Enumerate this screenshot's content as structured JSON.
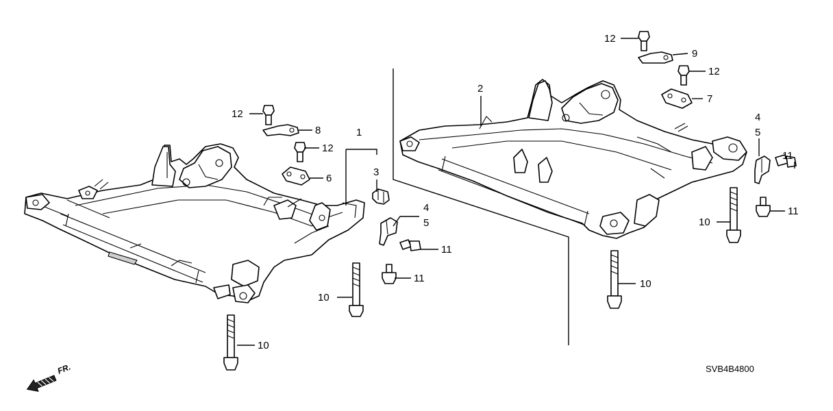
{
  "callouts": {
    "c1": "1",
    "c2": "2",
    "c3": "3",
    "c4a": "4",
    "c5a": "5",
    "c4b": "4",
    "c5b": "5",
    "c6": "6",
    "c7": "7",
    "c8": "8",
    "c9": "9",
    "c10a": "10",
    "c10b": "10",
    "c10c": "10",
    "c10d": "10",
    "c11a": "11",
    "c11b": "11",
    "c11c": "11",
    "c11d": "11",
    "c12a": "12",
    "c12b": "12",
    "c12c": "12",
    "c12d": "12"
  },
  "front_indicator": "FR.",
  "diagram_code": "SVB4B4800",
  "icons": {
    "front": "front-arrow-icon"
  },
  "colors": {
    "line": "#000000",
    "background": "#ffffff",
    "shade": "#cfcfcf"
  }
}
